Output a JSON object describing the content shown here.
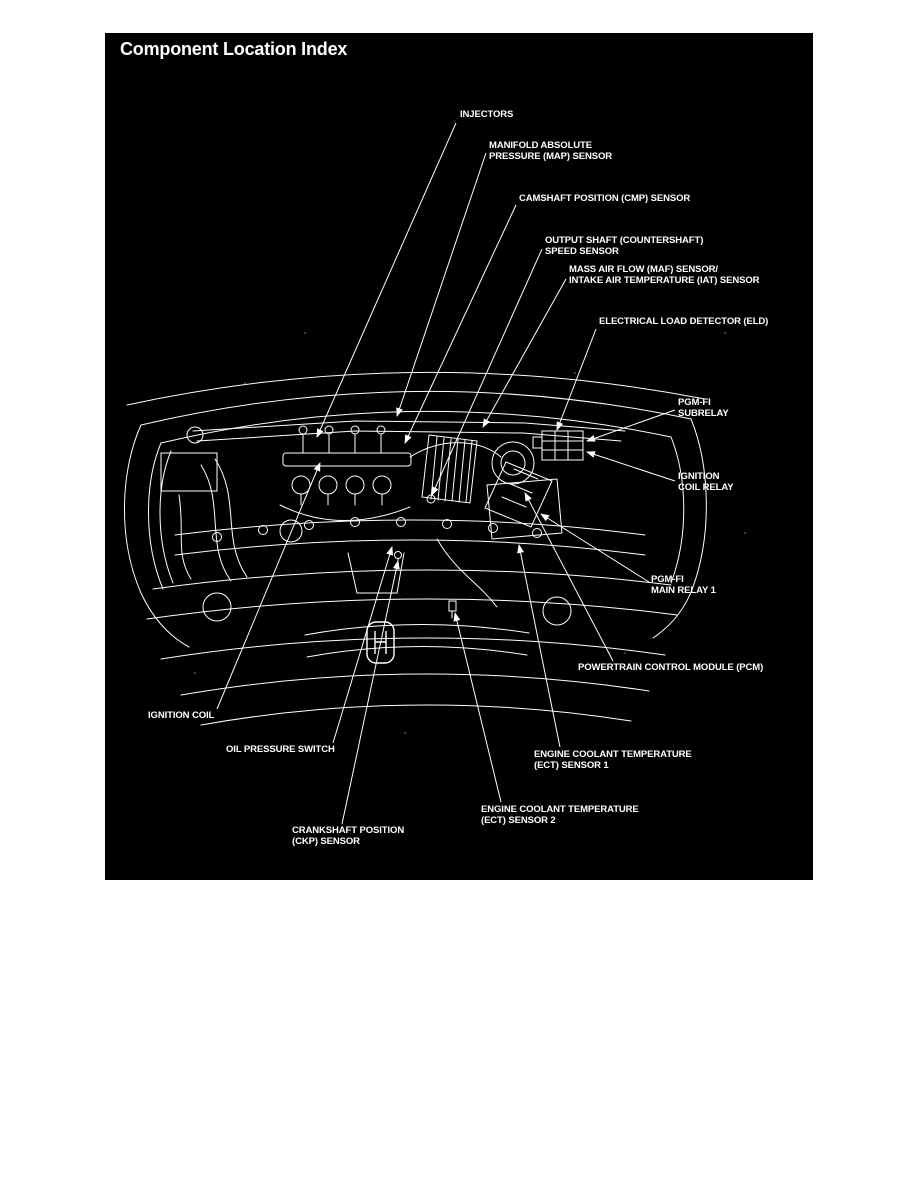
{
  "title": "Component Location Index",
  "diagram": {
    "description": "Engine bay front-view line drawing with component callouts",
    "labels": {
      "injectors": "INJECTORS",
      "map_sensor": "MANIFOLD ABSOLUTE\nPRESSURE (MAP) SENSOR",
      "cmp_sensor": "CAMSHAFT POSITION (CMP) SENSOR",
      "output_shaft_speed_sensor": "OUTPUT SHAFT (COUNTERSHAFT)\nSPEED SENSOR",
      "maf_iat_sensor": "MASS AIR FLOW (MAF) SENSOR/\nINTAKE AIR TEMPERATURE (IAT) SENSOR",
      "eld": "ELECTRICAL LOAD DETECTOR (ELD)",
      "pgm_fi_subrelay": "PGM-FI\nSUBRELAY",
      "ignition_coil_relay": "IGNITION\nCOIL RELAY",
      "pgm_fi_main_relay_1": "PGM-FI\nMAIN RELAY 1",
      "pcm": "POWERTRAIN CONTROL MODULE (PCM)",
      "ignition_coil": "IGNITION COIL",
      "oil_pressure_switch": "OIL PRESSURE SWITCH",
      "ect_sensor_1": "ENGINE COOLANT TEMPERATURE\n(ECT) SENSOR 1",
      "ect_sensor_2": "ENGINE COOLANT TEMPERATURE\n(ECT) SENSOR 2",
      "ckp_sensor": "CRANKSHAFT POSITION\n(CKP) SENSOR"
    },
    "colors": {
      "background": "#000000",
      "line_art": "#ffffff",
      "text": "#ffffff",
      "page_margin": "#ffffff"
    }
  }
}
